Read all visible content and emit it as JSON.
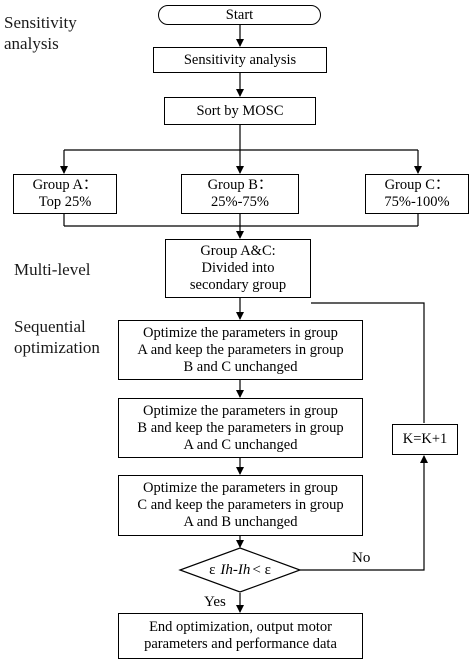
{
  "colors": {
    "sensitivity_bg": "#e6b9b7",
    "multilevel_bg": "#93cddd",
    "sequential_bg": "#ccc1da",
    "stroke": "#000000"
  },
  "regions": {
    "sensitivity": "Sensitivity analysis",
    "multilevel": "Multi-level",
    "sequential": "Sequential optimization"
  },
  "nodes": {
    "start": "Start",
    "sensitivity_analysis": "Sensitivity analysis",
    "sort": "Sort by MOSC",
    "group_a": {
      "line1": "Group A：",
      "line2": "Top 25%"
    },
    "group_b": {
      "line1": "Group B：",
      "line2": "25%-75%"
    },
    "group_c": {
      "line1": "Group C：",
      "line2": "75%-100%"
    },
    "group_ac": {
      "line1": "Group A&C:",
      "line2": "Divided into",
      "line3": "secondary group"
    },
    "opt_a": {
      "line1": "Optimize the parameters in group",
      "line2": "A and keep the parameters in group",
      "line3": "B and C unchanged"
    },
    "opt_b": {
      "line1": "Optimize the parameters in group",
      "line2": "B and keep the parameters in group",
      "line3": "A and C unchanged"
    },
    "opt_c": {
      "line1": "Optimize the parameters in group",
      "line2": "C and keep the parameters in group",
      "line3": "A and B unchanged"
    },
    "decision": {
      "lhs": "ε",
      "expr": "Ih-Ih",
      "rhs": "< ε"
    },
    "increment": "K=K+1",
    "end": {
      "line1": "End optimization, output motor",
      "line2": "parameters and performance data"
    }
  },
  "edges": {
    "no": "No",
    "yes": "Yes"
  }
}
